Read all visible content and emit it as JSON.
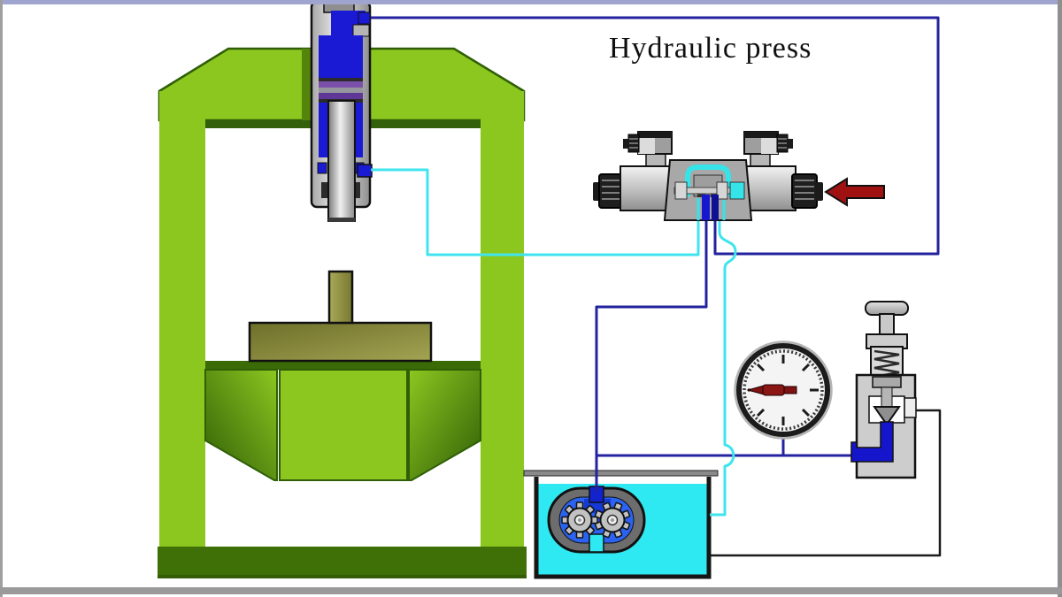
{
  "title": "Hydraulic press",
  "palette": {
    "frame_green": "#8cc720",
    "frame_shadow_green": "#33600a",
    "base_green": "#3f7007",
    "table_strip_green": "#3a6b06",
    "workpiece_olive": "#8e8f41",
    "cylinder_fluid_blue": "#1a1ad4",
    "piston_purple": "#7b50ab",
    "line_cyan": "#3fe4ee",
    "line_blue": "#23239f",
    "relief_return_black": "#1a1a1a",
    "tank_fluid_cyan": "#2fe9f2",
    "pump_fluid_blue": "#2b62f0",
    "arrow_red": "#a01212",
    "needle_dark_red": "#8b1616",
    "metal_gray": "#c8c8c8",
    "border_top_lavender": "#9fa5ce",
    "border_gray": "#9a9a9a"
  },
  "components": {
    "press_frame": "hydraulic-press-frame",
    "cylinder": "hydraulic-cylinder",
    "workpiece": "workpiece-on-table",
    "directional_valve": "solenoid-directional-valve",
    "flow_arrow": "flow-direction-arrow",
    "pressure_gauge": "pressure-gauge",
    "relief_valve": "pressure-relief-valve",
    "reservoir": "oil-reservoir",
    "gear_pump": "gear-pump"
  }
}
